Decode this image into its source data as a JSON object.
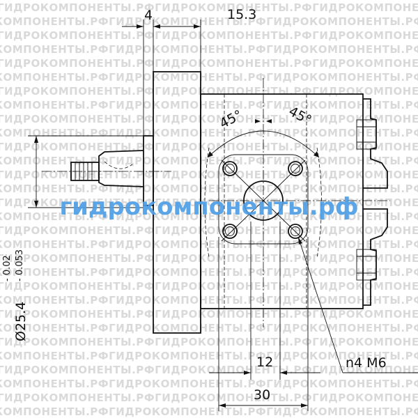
{
  "watermark": {
    "repeat_text": "ГИДРОКОМПОНЕНТЫ.РФГИДРОКОМПОНЕНТЫ.РФГИДРОКОМПОНЕНТЫ.РФ",
    "overlay_text": "гидрокомпоненты.рф",
    "color": "#4f9fe6"
  },
  "dimensions": {
    "top_small": "4",
    "top_large": "15.3",
    "angle_left": "45°",
    "angle_right": "45°",
    "bottom_inner": "12",
    "bottom_outer": "30",
    "thread_callout": "n4 M6",
    "shaft_diameter": "Ø25.4",
    "tolerance_upper": "- 0.02",
    "tolerance_lower": "- 0.053"
  }
}
